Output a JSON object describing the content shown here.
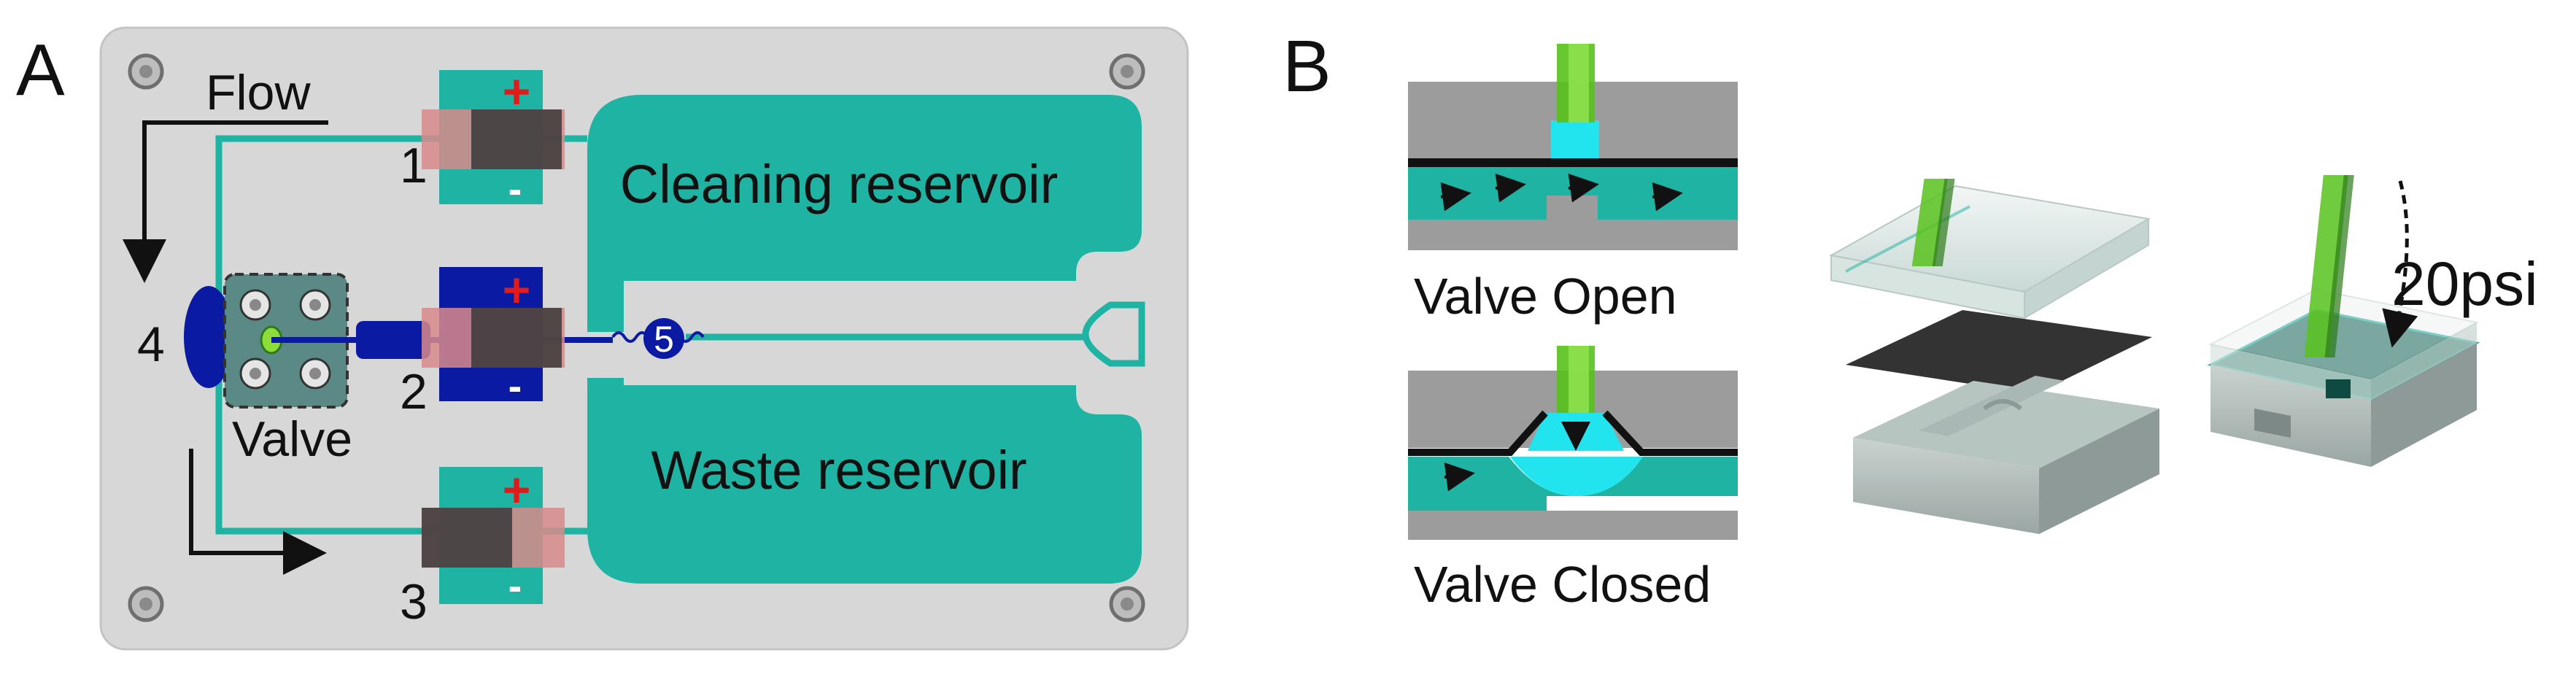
{
  "panelA": {
    "label": "A",
    "flow_label": "Flow",
    "valve_label": "Valve",
    "cleaning_label": "Cleaning reservoir",
    "waste_label": "Waste reservoir",
    "pump_numbers": [
      "1",
      "2",
      "3"
    ],
    "inlet_number": "4",
    "outlet_number": "5",
    "plus_sign": "+",
    "minus_sign": "-"
  },
  "panelB": {
    "label": "B",
    "valve_open_label": "Valve Open",
    "valve_closed_label": "Valve Closed",
    "pressure_label": "20psi"
  },
  "colors": {
    "teal": "#1fb3a4",
    "teal_dark": "#0f6f63",
    "chip_grey": "#d7d7d7",
    "navy": "#0b1aa3",
    "cyan": "#22e4ef",
    "green": "#58c21c",
    "red_sign": "#e31a1a",
    "pink_band": "#d88a8a"
  }
}
